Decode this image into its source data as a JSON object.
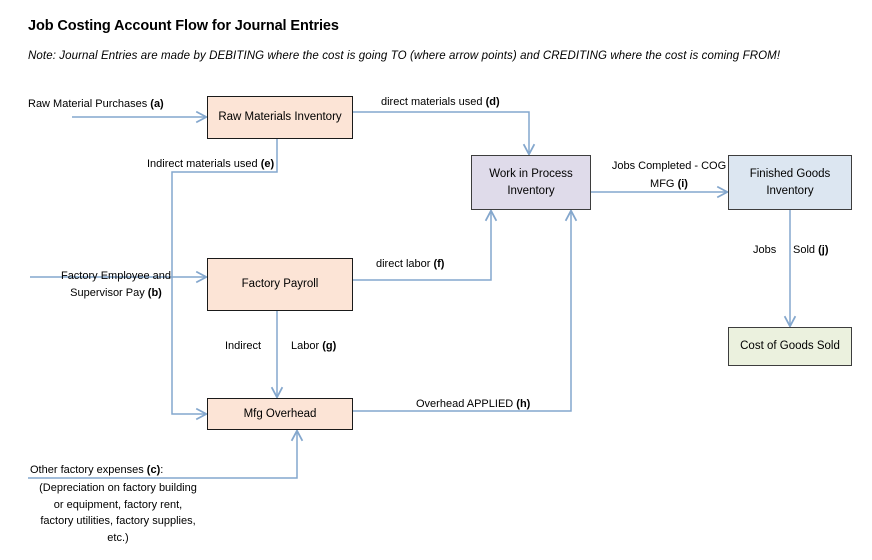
{
  "header": {
    "title": "Job Costing Account Flow for Journal Entries",
    "note": "Note:  Journal Entries are made by DEBITING where the cost is going TO (where arrow points) and CREDITING where the cost is coming FROM!"
  },
  "nodes": {
    "raw_materials": {
      "label": "Raw Materials Inventory"
    },
    "work_in_process": {
      "label": "Work in Process Inventory"
    },
    "finished_goods": {
      "label": "Finished Goods Inventory"
    },
    "factory_payroll": {
      "label": "Factory Payroll"
    },
    "mfg_overhead": {
      "label": "Mfg Overhead"
    },
    "cost_of_goods_sold": {
      "label": "Cost of Goods Sold"
    }
  },
  "flows": {
    "a": {
      "text": "Raw Material Purchases",
      "key": "(a)"
    },
    "b": {
      "line1": "Factory Employee and",
      "line2": "Supervisor Pay",
      "key": "(b)"
    },
    "c": {
      "text": "Other factory expenses",
      "key": "(c)",
      "suffix": ":",
      "details": [
        "(Depreciation on factory building",
        "or equipment, factory rent,",
        "factory utilities, factory supplies,",
        "etc.)"
      ]
    },
    "d": {
      "text": "direct materials used",
      "key": "(d)"
    },
    "e": {
      "text": "Indirect materials used",
      "key": "(e)"
    },
    "f": {
      "text": "direct labor",
      "key": "(f)"
    },
    "g": {
      "text": "Indirect",
      "text2": "Labor",
      "key": "(g)"
    },
    "h": {
      "text": "Overhead APPLIED",
      "key": "(h)"
    },
    "i": {
      "line1": "Jobs Completed - COG",
      "line2": "MFG",
      "key": "(i)"
    },
    "j": {
      "text": "Jobs",
      "text2": "Sold",
      "key": "(j)"
    }
  },
  "colors": {
    "connector": "#84a7cd",
    "box_peach": "#fce4d6",
    "box_lavender": "#dfdbea",
    "box_blue": "#dce6f1",
    "box_green": "#ebf1de",
    "text": "#000000"
  }
}
